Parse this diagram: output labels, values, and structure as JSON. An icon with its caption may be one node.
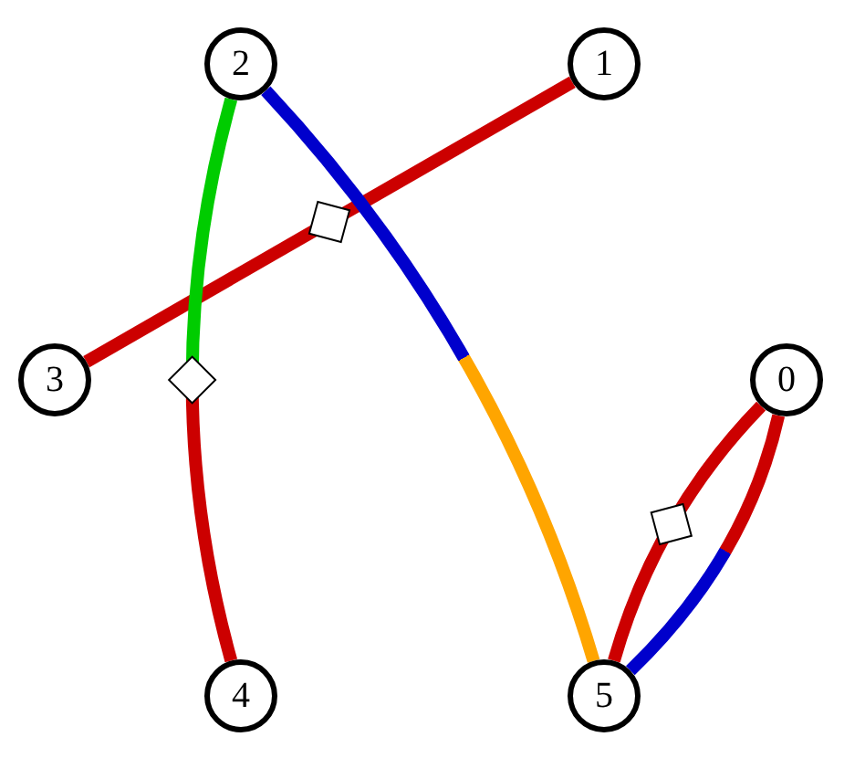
{
  "diagram": {
    "nodes": [
      {
        "text": [
          "0"
        ]
      },
      {
        "text": [
          "1"
        ]
      },
      {
        "text": [
          "2"
        ]
      },
      {
        "text": [
          "3"
        ]
      },
      {
        "text": [
          "4"
        ]
      },
      {
        "text": [
          "5"
        ]
      }
    ],
    "edges": [
      {
        "from": 0,
        "to": 5,
        "arrow": "none"
      },
      {
        "from": 0,
        "to": 5,
        "arrow": "none"
      },
      {
        "from": 1,
        "to": 3,
        "arrow": "none"
      },
      {
        "from": 2,
        "to": 4,
        "arrow": "none",
        "color": "#00cc00"
      },
      {
        "from": 2,
        "to": 5,
        "arrow": "none",
        "color": "#0000cc"
      }
    ]
  }
}
